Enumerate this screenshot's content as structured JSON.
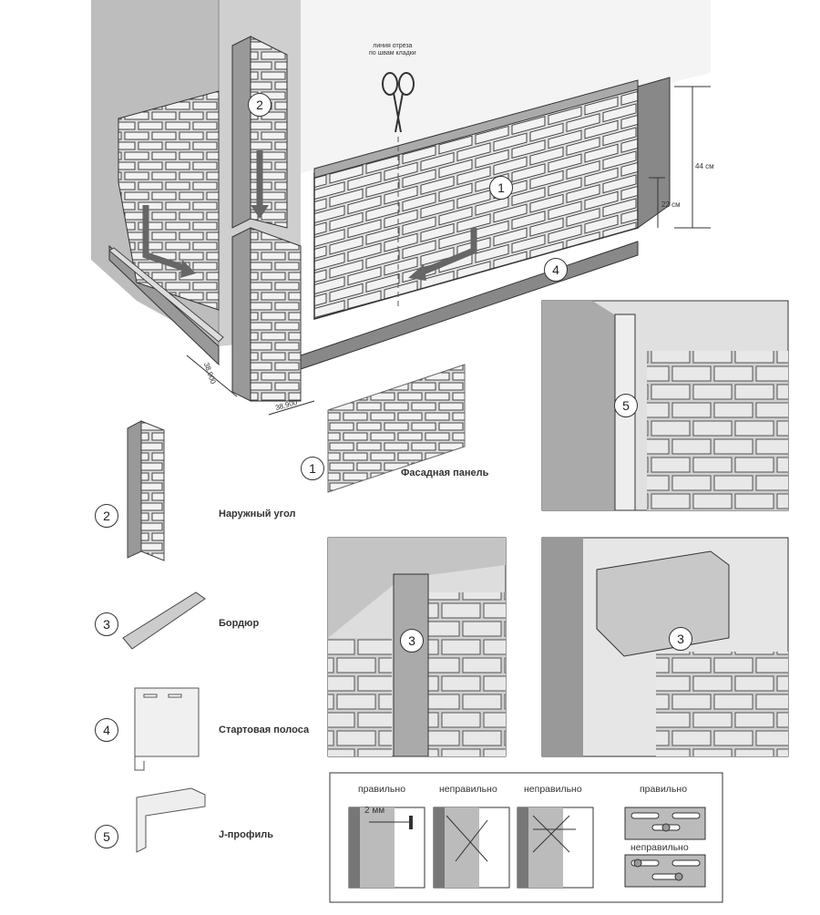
{
  "top_illustration": {
    "cut_line_label": [
      "линия отреза",
      "по швам кладки"
    ],
    "dimension_44": "44 см",
    "dimension_22": "22 см",
    "dimension_left": "38,900",
    "dimension_bottom": "38,900",
    "callouts": [
      "1",
      "2",
      "4"
    ]
  },
  "components": [
    {
      "number": "1",
      "label": "Фасадная панель"
    },
    {
      "number": "2",
      "label": "Наружный угол"
    },
    {
      "number": "3",
      "label": "Бордюр"
    },
    {
      "number": "4",
      "label": "Стартовая полоса"
    },
    {
      "number": "5",
      "label": "J-профиль"
    }
  ],
  "insets": [
    {
      "callout": "5"
    },
    {
      "callout": "3"
    },
    {
      "callout": "3"
    }
  ],
  "nailing_guide": {
    "correct_label": "правильно",
    "incorrect_label_1": "неправильно",
    "incorrect_label_2": "неправильно",
    "gap_label": "2 мм",
    "slot_correct_label": "правильно",
    "slot_incorrect_label": "неправильно"
  },
  "colors": {
    "wall": "#b9b9b9",
    "panel": "#d8d8d8",
    "line": "#333333",
    "dark": "#777777"
  }
}
